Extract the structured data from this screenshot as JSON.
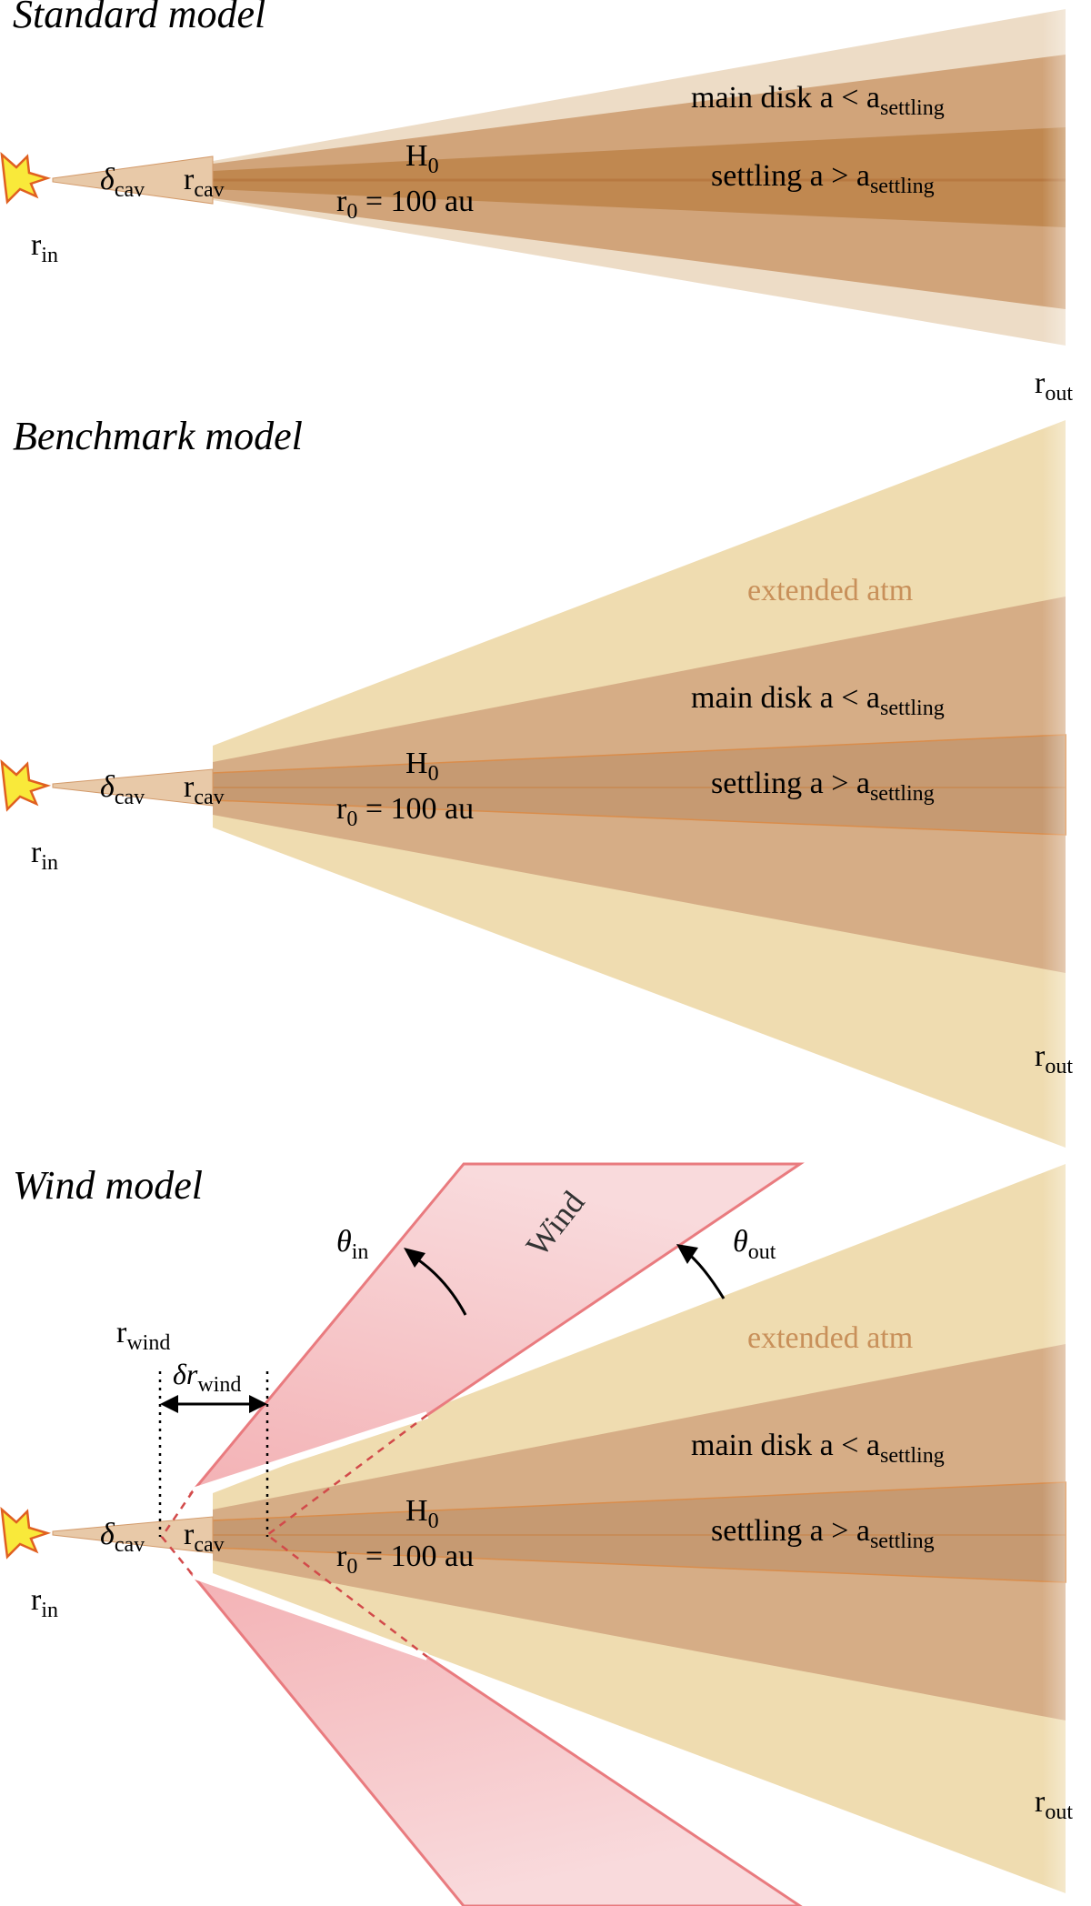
{
  "panels": {
    "standard": {
      "title": "Standard model",
      "main_disk": "main disk a < a",
      "main_disk_sub": "settling",
      "settling": "settling a > a",
      "settling_sub": "settling",
      "h0": "H",
      "h0_sub": "0",
      "r0": "r",
      "r0_sub": "0",
      "r0_value": " = 100 au",
      "delta": "δ",
      "delta_sub": "cav",
      "rcav": "r",
      "rcav_sub": "cav",
      "rin": "r",
      "rin_sub": "in",
      "rout": "r",
      "rout_sub": "out"
    },
    "benchmark": {
      "title": "Benchmark model",
      "extended_atm": "extended atm",
      "main_disk": "main disk a < a",
      "main_disk_sub": "settling",
      "settling": "settling a > a",
      "settling_sub": "settling",
      "h0": "H",
      "h0_sub": "0",
      "r0": "r",
      "r0_sub": "0",
      "r0_value": " = 100 au",
      "delta": "δ",
      "delta_sub": "cav",
      "rcav": "r",
      "rcav_sub": "cav",
      "rin": "r",
      "rin_sub": "in",
      "rout": "r",
      "rout_sub": "out"
    },
    "wind": {
      "title": "Wind model",
      "wind_label": "Wind",
      "theta_in": "θ",
      "theta_in_sub": "in",
      "theta_out": "θ",
      "theta_out_sub": "out",
      "rwind": "r",
      "rwind_sub": "wind",
      "delta_rwind": "δr",
      "delta_rwind_sub": "wind",
      "extended_atm": "extended atm",
      "main_disk": "main disk a < a",
      "main_disk_sub": "settling",
      "settling": "settling a > a",
      "settling_sub": "settling",
      "h0": "H",
      "h0_sub": "0",
      "r0": "r",
      "r0_sub": "0",
      "r0_value": " = 100 au",
      "delta": "δ",
      "delta_sub": "cav",
      "rcav": "r",
      "rcav_sub": "cav",
      "rin": "r",
      "rin_sub": "in",
      "rout": "r",
      "rout_sub": "out"
    }
  },
  "colors": {
    "disk_dark": "#b8804a",
    "disk_mid": "#d4a77e",
    "disk_light": "#eacfae",
    "atm": "#ecd9a6",
    "wind": "#f2b4b8",
    "wind_edge": "#e97b7f",
    "star_fill": "#f9e93a",
    "star_edge": "#e06020",
    "atm_text": "#c8905a"
  }
}
